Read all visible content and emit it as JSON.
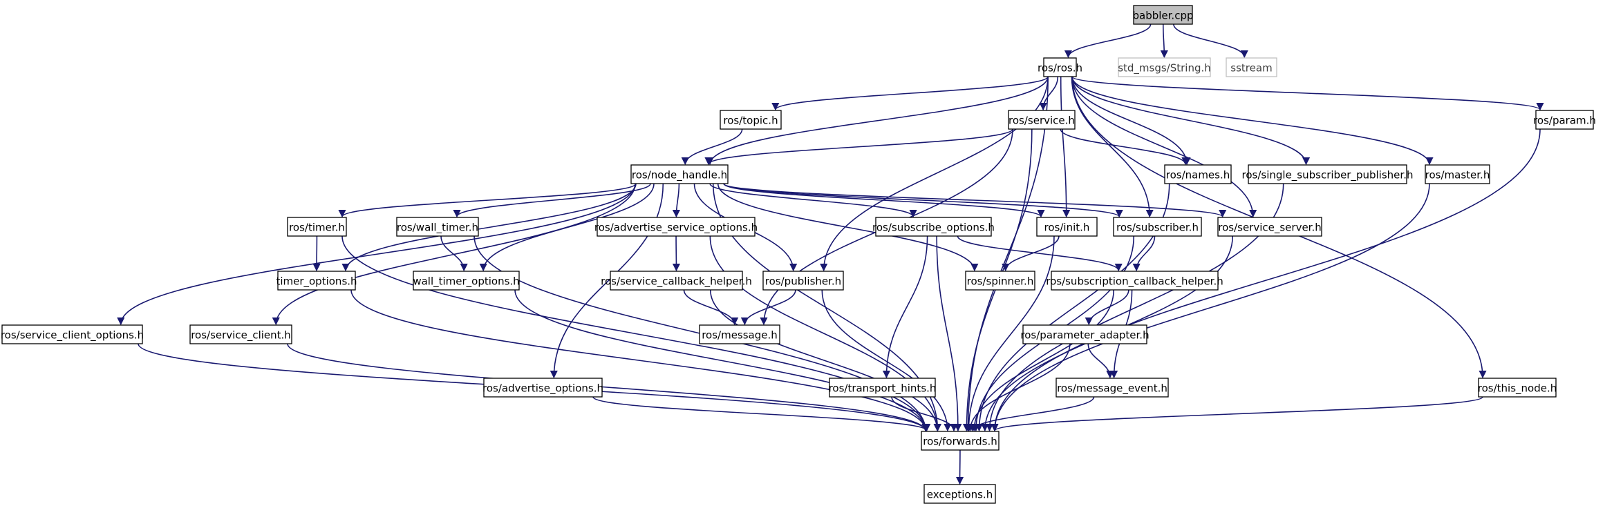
{
  "colors": {
    "edge": "#191970",
    "node_border": "#000000",
    "missing_border": "#bfbfbf",
    "root_fill": "#bfbfbf",
    "missing_text": "#404040"
  },
  "nodes": [
    {
      "id": "babbler",
      "label": "babbler.cpp",
      "style": "root"
    },
    {
      "id": "ros",
      "label": "ros/ros.h"
    },
    {
      "id": "stdmsgs",
      "label": "std_msgs/String.h",
      "style": "missing"
    },
    {
      "id": "sstream",
      "label": "sstream",
      "style": "missing"
    },
    {
      "id": "topic",
      "label": "ros/topic.h"
    },
    {
      "id": "service",
      "label": "ros/service.h"
    },
    {
      "id": "param",
      "label": "ros/param.h"
    },
    {
      "id": "nodehandle",
      "label": "ros/node_handle.h"
    },
    {
      "id": "names",
      "label": "ros/names.h"
    },
    {
      "id": "ssp",
      "label": "ros/single_subscriber_publisher.h"
    },
    {
      "id": "master",
      "label": "ros/master.h"
    },
    {
      "id": "timer",
      "label": "ros/timer.h"
    },
    {
      "id": "walltimer",
      "label": "ros/wall_timer.h"
    },
    {
      "id": "aso",
      "label": "ros/advertise_service_options.h"
    },
    {
      "id": "subopt",
      "label": "ros/subscribe_options.h"
    },
    {
      "id": "init",
      "label": "ros/init.h"
    },
    {
      "id": "subscriber",
      "label": "ros/subscriber.h"
    },
    {
      "id": "servserver",
      "label": "ros/service_server.h"
    },
    {
      "id": "timeropt",
      "label": "timer_options.h"
    },
    {
      "id": "walltimeropt",
      "label": "wall_timer_options.h"
    },
    {
      "id": "sch",
      "label": "ros/service_callback_helper.h"
    },
    {
      "id": "publisher",
      "label": "ros/publisher.h"
    },
    {
      "id": "spinner",
      "label": "ros/spinner.h"
    },
    {
      "id": "subch",
      "label": "ros/subscription_callback_helper.h"
    },
    {
      "id": "sco",
      "label": "ros/service_client_options.h"
    },
    {
      "id": "servclient",
      "label": "ros/service_client.h"
    },
    {
      "id": "message",
      "label": "ros/message.h"
    },
    {
      "id": "paramadapter",
      "label": "ros/parameter_adapter.h"
    },
    {
      "id": "advopt",
      "label": "ros/advertise_options.h"
    },
    {
      "id": "transport",
      "label": "ros/transport_hints.h"
    },
    {
      "id": "msgevent",
      "label": "ros/message_event.h"
    },
    {
      "id": "thisnode",
      "label": "ros/this_node.h"
    },
    {
      "id": "forwards",
      "label": "ros/forwards.h"
    },
    {
      "id": "exceptions",
      "label": "exceptions.h"
    }
  ],
  "edges": [
    [
      "babbler",
      "ros"
    ],
    [
      "babbler",
      "stdmsgs"
    ],
    [
      "babbler",
      "sstream"
    ],
    [
      "ros",
      "topic"
    ],
    [
      "ros",
      "service"
    ],
    [
      "ros",
      "param"
    ],
    [
      "ros",
      "nodehandle"
    ],
    [
      "ros",
      "names"
    ],
    [
      "ros",
      "ssp"
    ],
    [
      "ros",
      "master"
    ],
    [
      "ros",
      "init"
    ],
    [
      "ros",
      "subscriber"
    ],
    [
      "ros",
      "servserver"
    ],
    [
      "ros",
      "publisher"
    ],
    [
      "ros",
      "thisnode"
    ],
    [
      "ros",
      "forwards"
    ],
    [
      "topic",
      "nodehandle"
    ],
    [
      "service",
      "nodehandle"
    ],
    [
      "service",
      "names"
    ],
    [
      "service",
      "message"
    ],
    [
      "service",
      "forwards"
    ],
    [
      "param",
      "forwards"
    ],
    [
      "names",
      "forwards"
    ],
    [
      "ssp",
      "forwards"
    ],
    [
      "master",
      "forwards"
    ],
    [
      "nodehandle",
      "timer"
    ],
    [
      "nodehandle",
      "walltimer"
    ],
    [
      "nodehandle",
      "aso"
    ],
    [
      "nodehandle",
      "subopt"
    ],
    [
      "nodehandle",
      "init"
    ],
    [
      "nodehandle",
      "subscriber"
    ],
    [
      "nodehandle",
      "servserver"
    ],
    [
      "nodehandle",
      "timeropt"
    ],
    [
      "nodehandle",
      "walltimeropt"
    ],
    [
      "nodehandle",
      "publisher"
    ],
    [
      "nodehandle",
      "spinner"
    ],
    [
      "nodehandle",
      "sco"
    ],
    [
      "nodehandle",
      "servclient"
    ],
    [
      "nodehandle",
      "advopt"
    ],
    [
      "nodehandle",
      "forwards"
    ],
    [
      "timer",
      "timeropt"
    ],
    [
      "timer",
      "forwards"
    ],
    [
      "walltimer",
      "walltimeropt"
    ],
    [
      "walltimer",
      "forwards"
    ],
    [
      "aso",
      "sch"
    ],
    [
      "aso",
      "forwards"
    ],
    [
      "subopt",
      "subch"
    ],
    [
      "subopt",
      "transport"
    ],
    [
      "subopt",
      "forwards"
    ],
    [
      "init",
      "spinner"
    ],
    [
      "init",
      "forwards"
    ],
    [
      "subscriber",
      "subch"
    ],
    [
      "subscriber",
      "forwards"
    ],
    [
      "servserver",
      "forwards"
    ],
    [
      "timeropt",
      "forwards"
    ],
    [
      "walltimeropt",
      "forwards"
    ],
    [
      "sch",
      "message"
    ],
    [
      "sch",
      "forwards"
    ],
    [
      "publisher",
      "message"
    ],
    [
      "publisher",
      "forwards"
    ],
    [
      "subch",
      "paramadapter"
    ],
    [
      "subch",
      "msgevent"
    ],
    [
      "subch",
      "forwards"
    ],
    [
      "paramadapter",
      "msgevent"
    ],
    [
      "paramadapter",
      "forwards"
    ],
    [
      "sco",
      "forwards"
    ],
    [
      "servclient",
      "forwards"
    ],
    [
      "advopt",
      "forwards"
    ],
    [
      "transport",
      "forwards"
    ],
    [
      "msgevent",
      "forwards"
    ],
    [
      "thisnode",
      "forwards"
    ],
    [
      "forwards",
      "exceptions"
    ]
  ]
}
